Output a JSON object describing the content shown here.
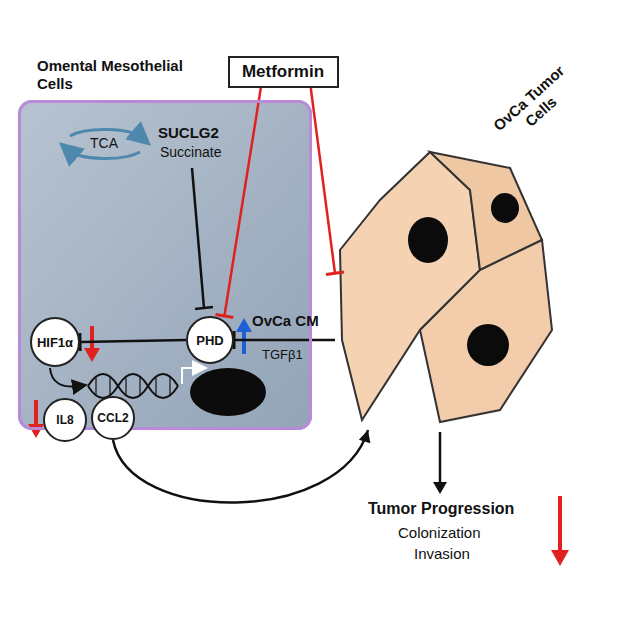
{
  "diagram": {
    "nodes": [
      {
        "text": [
          "Metformin"
        ]
      },
      {
        "text": [
          "Omental Mesothelial Cells"
        ]
      },
      {
        "text": [
          "HIF1α"
        ],
        "in": 1
      },
      {
        "text": [
          "PHD"
        ],
        "in": 1
      },
      {
        "text": [
          "IL8"
        ],
        "in": 1
      },
      {
        "text": [
          "CCL2"
        ],
        "in": 1
      },
      {
        "text": [
          "OvCa Tumor Cells"
        ]
      }
    ],
    "edges": [
      {
        "from": 0,
        "to": 3,
        "arrow": "to"
      },
      {
        "from": 0,
        "to": 6,
        "arrow": "to"
      },
      {
        "from": 6,
        "to": 3,
        "label": "OvCa CM",
        "arrow": "to"
      },
      {
        "from": 3,
        "to": 2,
        "arrow": "to"
      },
      {
        "from": 5,
        "to": 6,
        "arrow": "to"
      }
    ],
    "labels": [
      "TCA",
      "SUCLG2",
      "Succinate",
      "TGFβ1",
      "Tumor Progression",
      "Colonization",
      "Invasion"
    ]
  }
}
